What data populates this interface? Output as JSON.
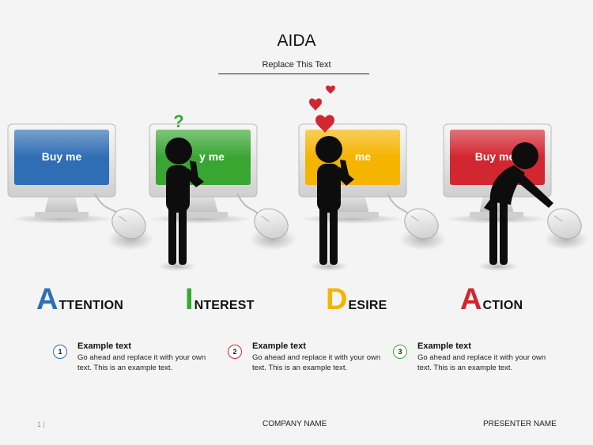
{
  "title": "AIDA",
  "subtitle": "Replace This Text",
  "screens": [
    {
      "label": "Buy me",
      "color": "#2f6db4"
    },
    {
      "label": "y me",
      "color": "#3aa632"
    },
    {
      "label": "me",
      "color": "#f4b400"
    },
    {
      "label": "Buy me",
      "color": "#d22630"
    }
  ],
  "question_mark": "?",
  "stages": [
    {
      "letter": "A",
      "rest": "TTENTION",
      "color": "#2f6db4"
    },
    {
      "letter": "I",
      "rest": "NTEREST",
      "color": "#3aa632"
    },
    {
      "letter": "D",
      "rest": "ESIRE",
      "color": "#f4b400"
    },
    {
      "letter": "A",
      "rest": "CTION",
      "color": "#d22630"
    }
  ],
  "steps": [
    {
      "num": "1",
      "heading": "Example text",
      "body": "Go ahead and replace it with your own text. This is an example text.",
      "ring": "#2f6db4"
    },
    {
      "num": "2",
      "heading": "Example text",
      "body": "Go ahead and replace it with your own text. This is an example text.",
      "ring": "#d22630"
    },
    {
      "num": "3",
      "heading": "Example text",
      "body": "Go ahead and replace it with your own text. This is an example text.",
      "ring": "#3aa632"
    }
  ],
  "footer": {
    "slide_number": "1 |",
    "company": "COMPANY NAME",
    "presenter": "PRESENTER NAME"
  }
}
